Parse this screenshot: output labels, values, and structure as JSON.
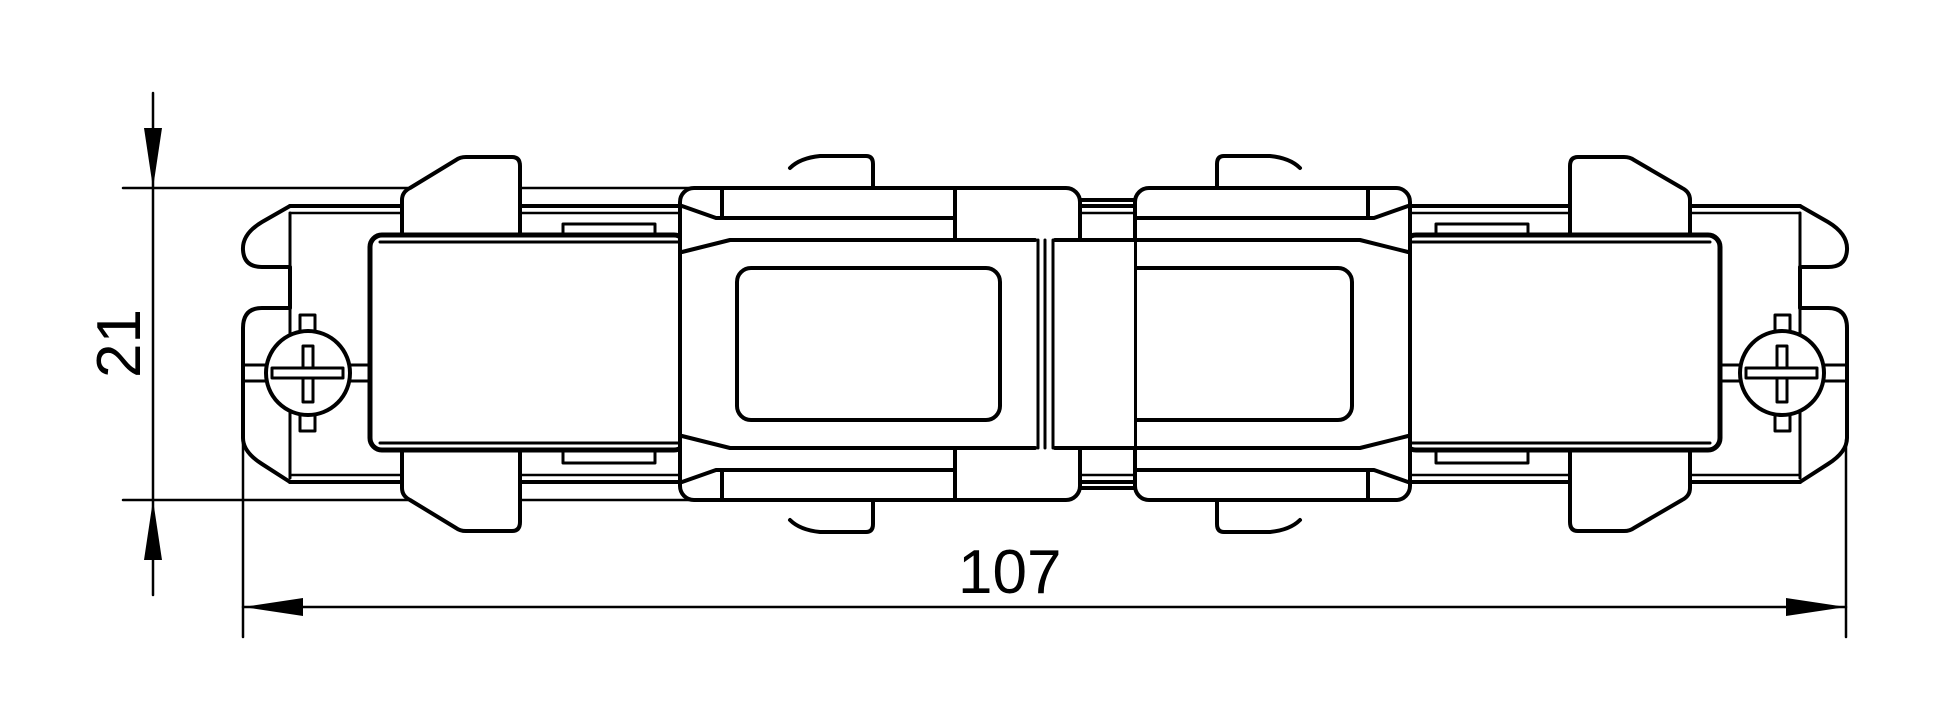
{
  "drawing": {
    "subject": "straight track connector (top view)",
    "stroke_color": "#000000",
    "background": "#ffffff"
  },
  "dimensions": {
    "height": {
      "value": "21",
      "orientation": "vertical"
    },
    "length": {
      "value": "107",
      "orientation": "horizontal"
    }
  }
}
